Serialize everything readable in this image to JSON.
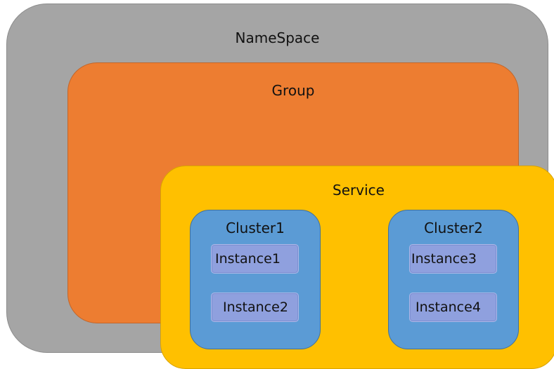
{
  "namespace": {
    "label": "NameSpace",
    "group": {
      "label": "Group",
      "service": {
        "label": "Service",
        "clusters": [
          {
            "label": "Cluster1",
            "instances": [
              "Instance1",
              "Instance2"
            ]
          },
          {
            "label": "Cluster2",
            "instances": [
              "Instance3",
              "Instance4"
            ]
          }
        ]
      }
    }
  },
  "colors": {
    "namespace": "#a5a5a5",
    "group": "#ed7d31",
    "service": "#ffc000",
    "cluster": "#5b9bd5",
    "instance": "#8fa0de"
  }
}
